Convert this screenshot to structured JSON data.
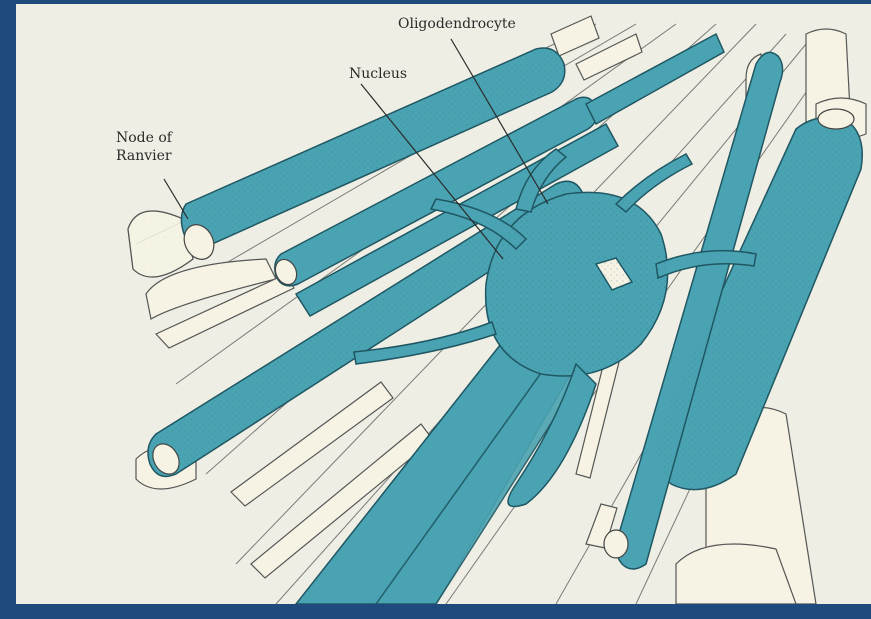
{
  "labels": {
    "oligodendrocyte": "Oligodendrocyte",
    "nucleus": "Nucleus",
    "node_of_ranvier_line1": "Node of",
    "node_of_ranvier_line2": "Ranvier"
  },
  "colors": {
    "background_border": "#1f4a7e",
    "paper": "#efeee4",
    "myelin": "#4aa3b2",
    "myelin_dark": "#2f7f90",
    "axon_sheath_pale": "#f4f1e2",
    "ink": "#3a3a3a"
  }
}
